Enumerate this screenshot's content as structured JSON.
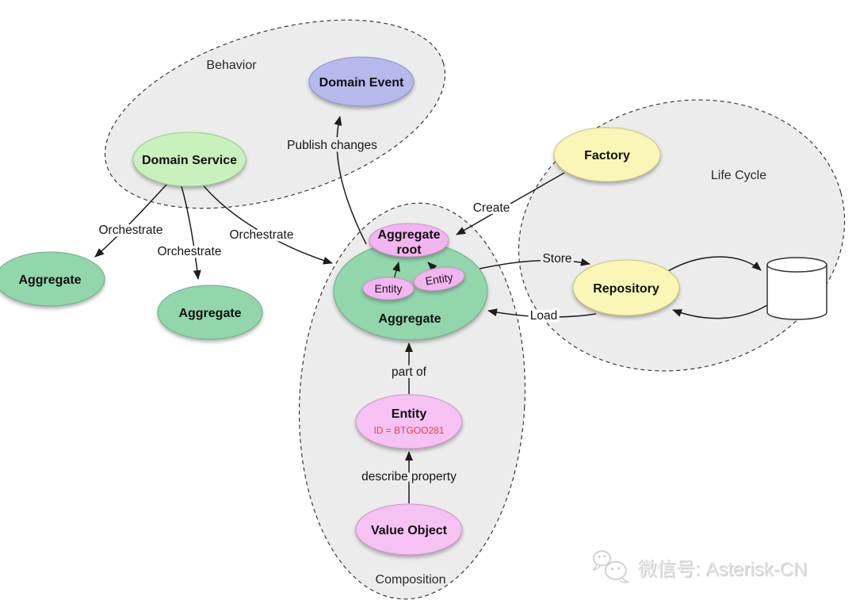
{
  "regions": {
    "behavior": {
      "label": "Behavior"
    },
    "life_cycle": {
      "label": "Life Cycle"
    },
    "composition": {
      "label": "Composition"
    }
  },
  "nodes": {
    "domain_service": {
      "label": "Domain Service",
      "color": "#c9f1bd"
    },
    "domain_event": {
      "label": "Domain Event",
      "color": "#b6b9ec"
    },
    "aggregate_left": {
      "label": "Aggregate",
      "color": "#92d6ab"
    },
    "aggregate_middle": {
      "label": "Aggregate",
      "color": "#92d6ab"
    },
    "aggregate_main": {
      "label": "Aggregate",
      "color": "#92d6ab"
    },
    "aggregate_root": {
      "label_line1": "Aggregate",
      "label_line2": "root",
      "color": "#f2b5f0"
    },
    "entity_in_aggregate_1": {
      "label": "Entity",
      "color": "#f2b5f0"
    },
    "entity_in_aggregate_2": {
      "label": "Entity",
      "color": "#f2b5f0"
    },
    "entity": {
      "label": "Entity",
      "id_text": "ID = BTGOO281",
      "id_color": "#f23d3d",
      "color": "#f5c2f3"
    },
    "value_object": {
      "label": "Value Object",
      "color": "#f5c2f3"
    },
    "factory": {
      "label": "Factory",
      "color": "#faf7b6"
    },
    "repository": {
      "label": "Repository",
      "color": "#faf7b6"
    },
    "database": {
      "shape": "cylinder",
      "color": "#ffffff"
    }
  },
  "edges": {
    "publish_changes": {
      "label": "Publish changes"
    },
    "orchestrate_left": {
      "label": "Orchestrate"
    },
    "orchestrate_middle": {
      "label": "Orchestrate"
    },
    "orchestrate_right": {
      "label": "Orchestrate"
    },
    "create": {
      "label": "Create"
    },
    "store": {
      "label": "Store"
    },
    "load": {
      "label": "Load"
    },
    "part_of": {
      "label": "part of"
    },
    "describe_property": {
      "label": "describe property"
    }
  },
  "watermark": {
    "label": "微信号: Asterisk-CN",
    "icon": "wechat-icon"
  }
}
